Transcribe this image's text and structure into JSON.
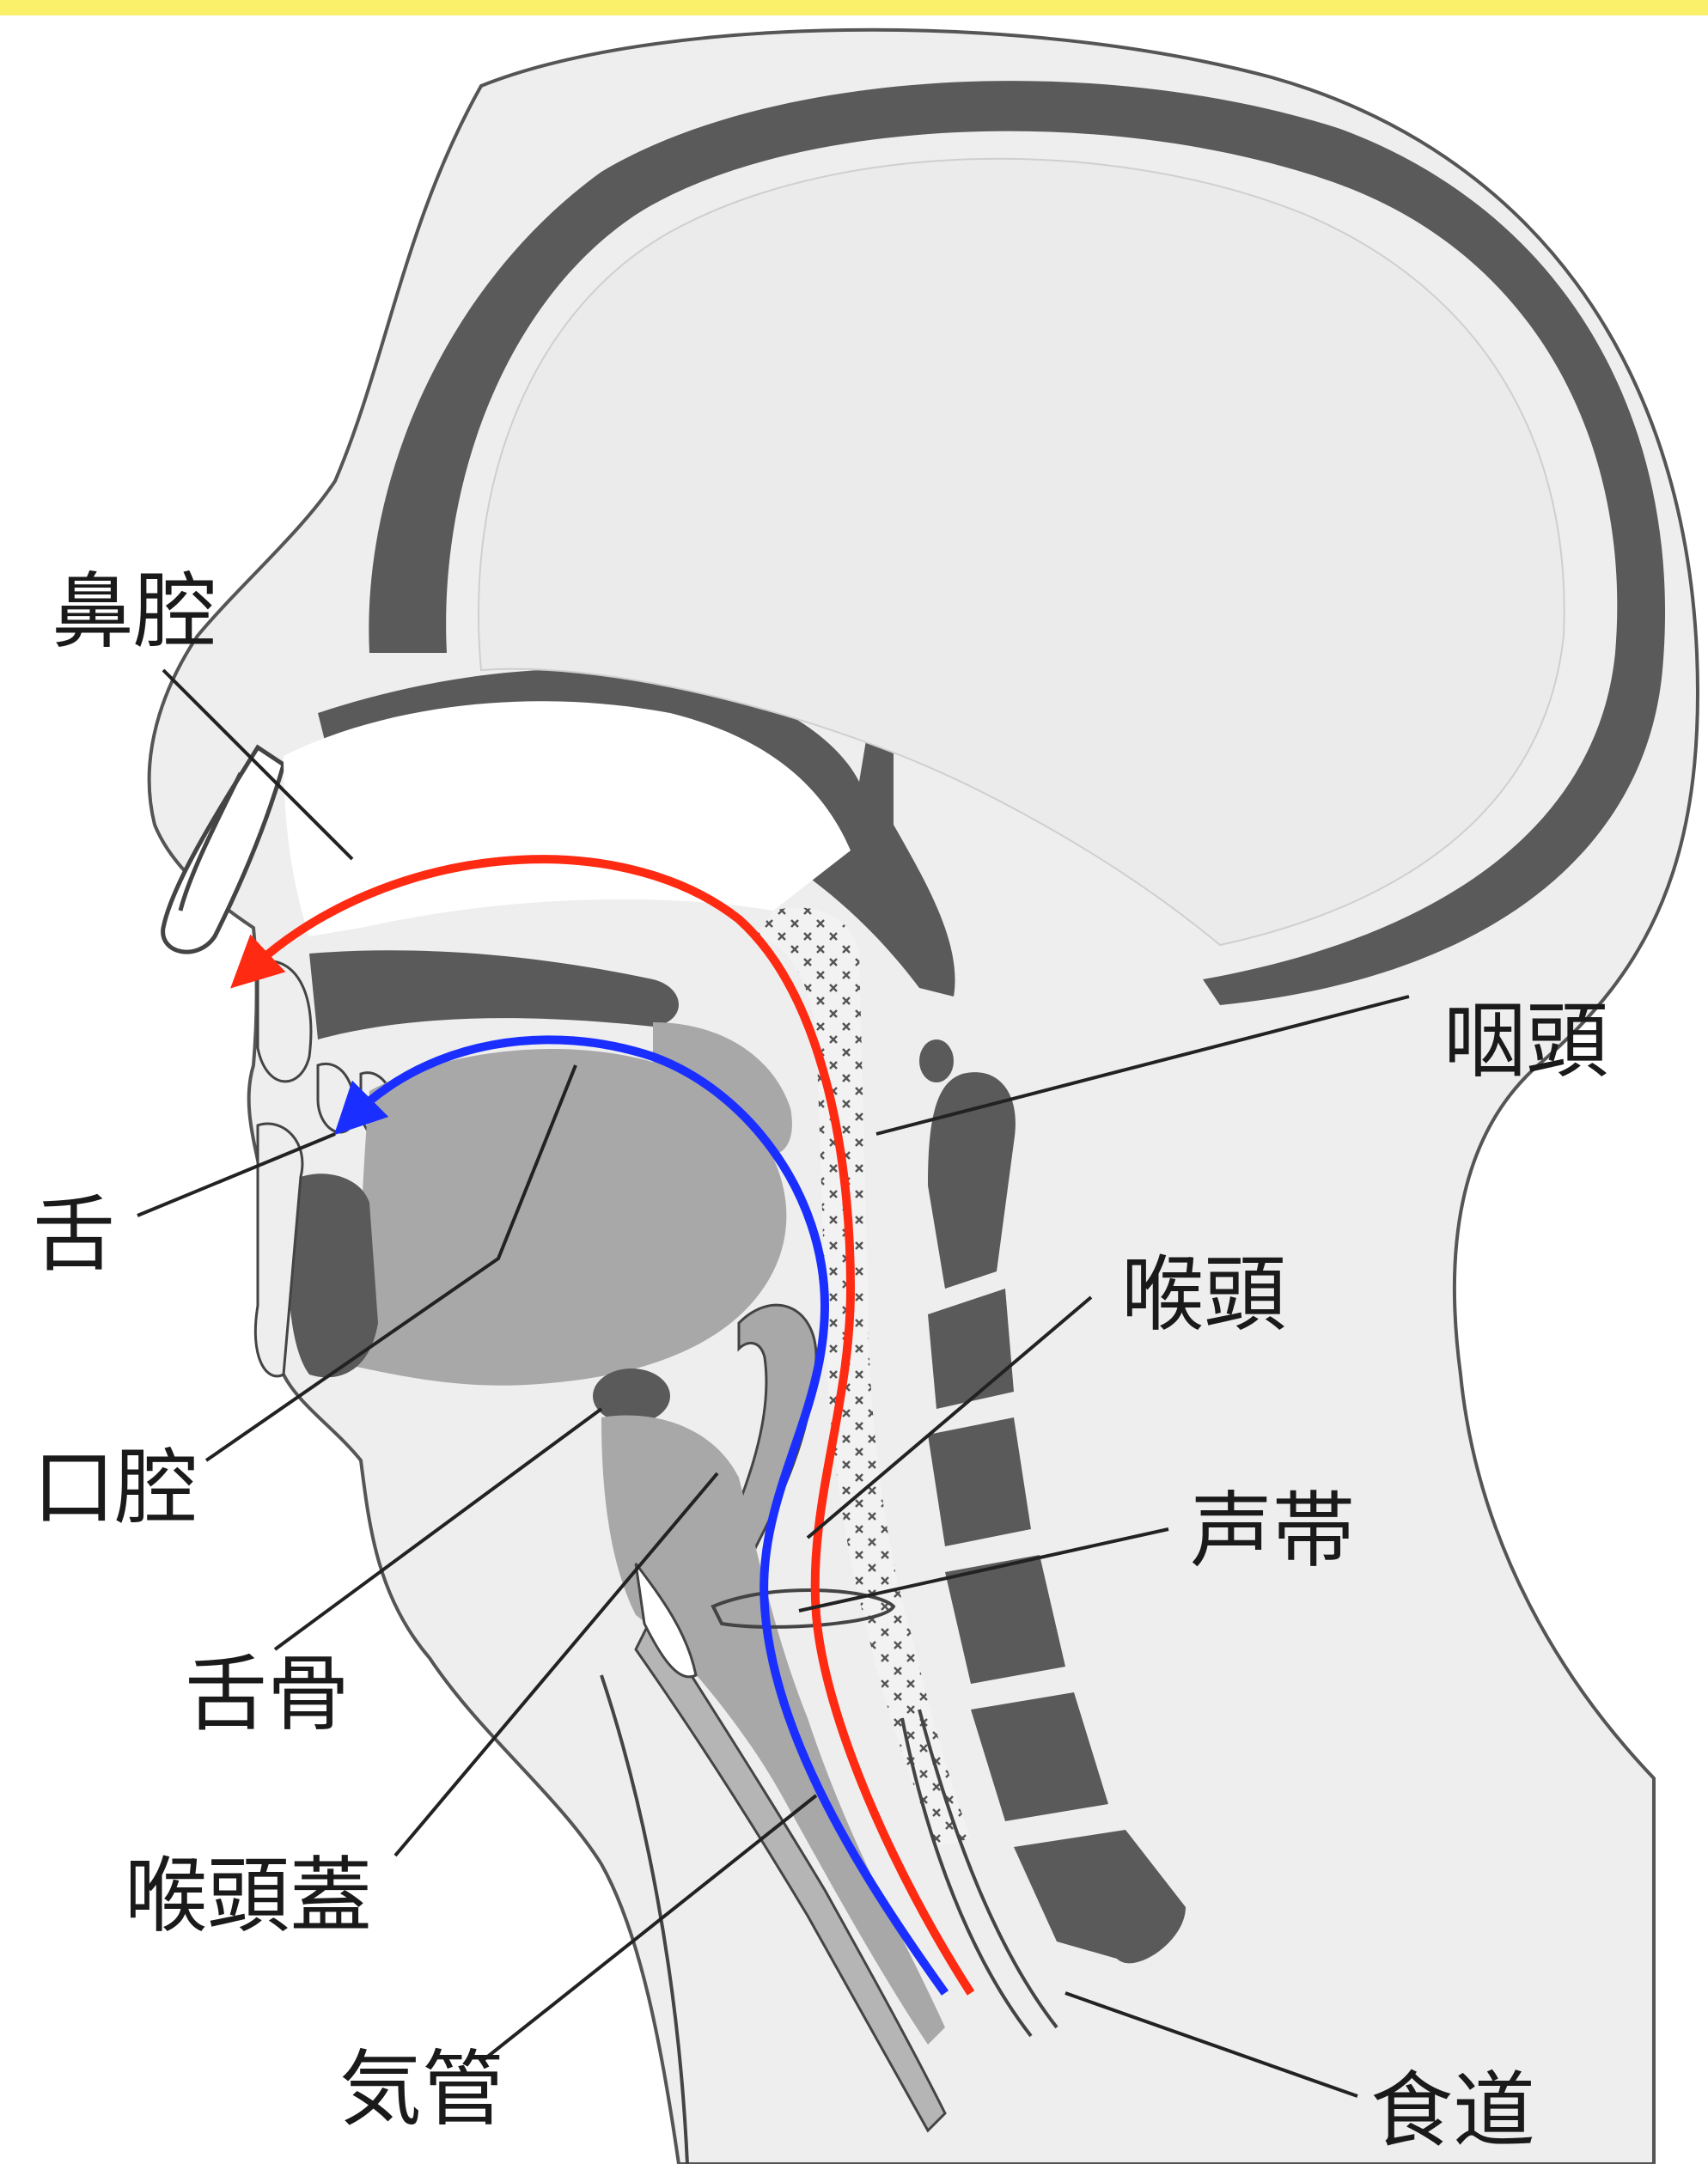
{
  "labels": {
    "nasal_cavity": "鼻腔",
    "pharynx": "咽頭",
    "tongue": "舌",
    "larynx": "喉頭",
    "oral_cavity": "口腔",
    "vocal_cords": "声帯",
    "hyoid_bone": "舌骨",
    "epiglottis": "喉頭蓋",
    "trachea": "気管",
    "esophagus": "食道"
  },
  "colors": {
    "top_band": "#fbf06a",
    "skin": "#eeeeee",
    "bone": "#5a5a5a",
    "soft_tissue": "#a8a8a8",
    "red_arrow": "#ff2a12",
    "blue_arrow": "#1a2fff"
  }
}
